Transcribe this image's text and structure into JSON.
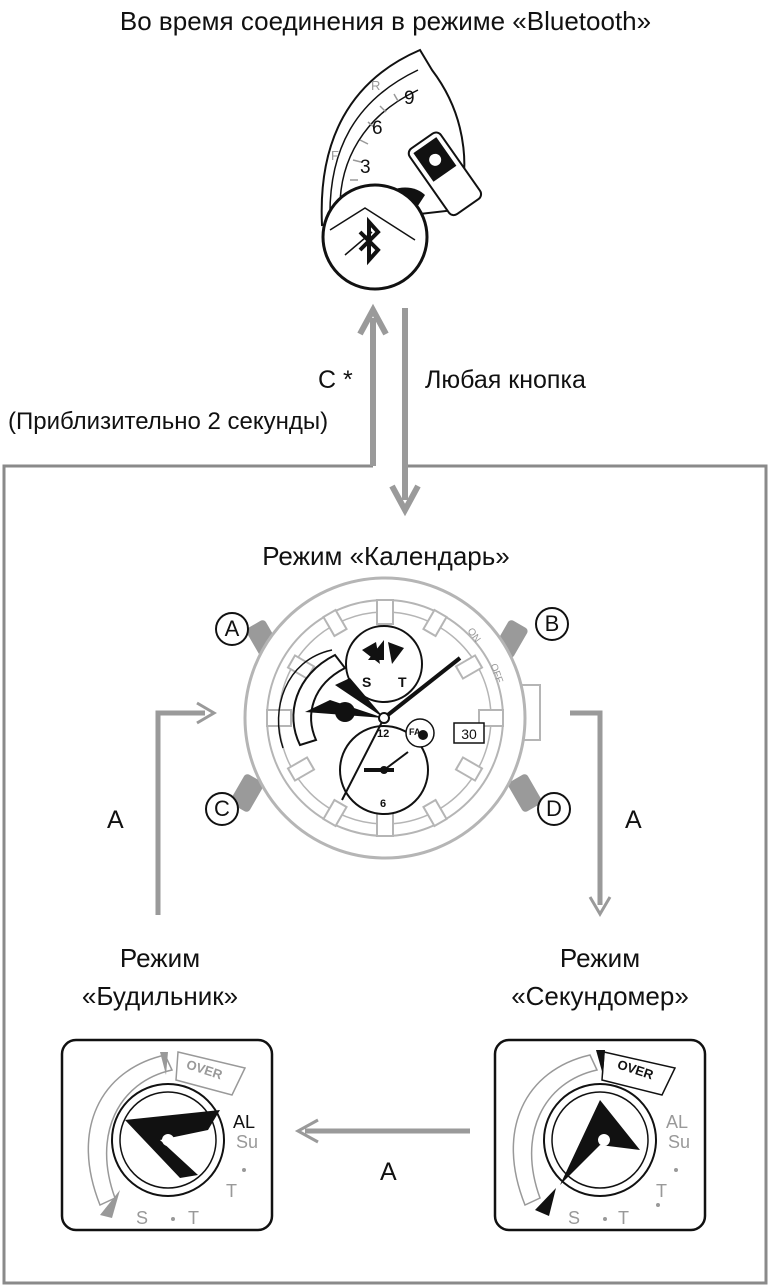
{
  "header": {
    "title": "Во время соединения в режиме «Bluetooth»"
  },
  "transitions": {
    "up_button": "C *",
    "up_note": "(Приблизительно 2 секунды)",
    "down_label": "Любая кнопка",
    "cycle_label_left": "A",
    "cycle_label_right": "A",
    "cycle_label_bottom": "A"
  },
  "modes": {
    "calendar": "Режим «Календарь»",
    "alarm_line1": "Режим",
    "alarm_line2": "«Будильник»",
    "stopwatch_line1": "Режим",
    "stopwatch_line2": "«Секундомер»"
  },
  "buttons": {
    "a": "A",
    "b": "B",
    "c": "C",
    "d": "D"
  },
  "bt_dial": {
    "n9": "9",
    "n6": "6",
    "n3": "3",
    "r": "R",
    "f": "F"
  },
  "calendar_dial": {
    "date": "30",
    "twelve": "12",
    "six": "6",
    "s": "S",
    "t": "T",
    "on": "ON",
    "off": "OFF",
    "fa": "FA"
  },
  "sub_dials": {
    "over": "OVER",
    "al": "AL",
    "su": "Su",
    "s": "S",
    "t": "T"
  },
  "colors": {
    "frame": "#8a8a8a",
    "arrow": "#9a9a9a",
    "watch_outline": "#b5b5b5",
    "ink": "#111111"
  }
}
